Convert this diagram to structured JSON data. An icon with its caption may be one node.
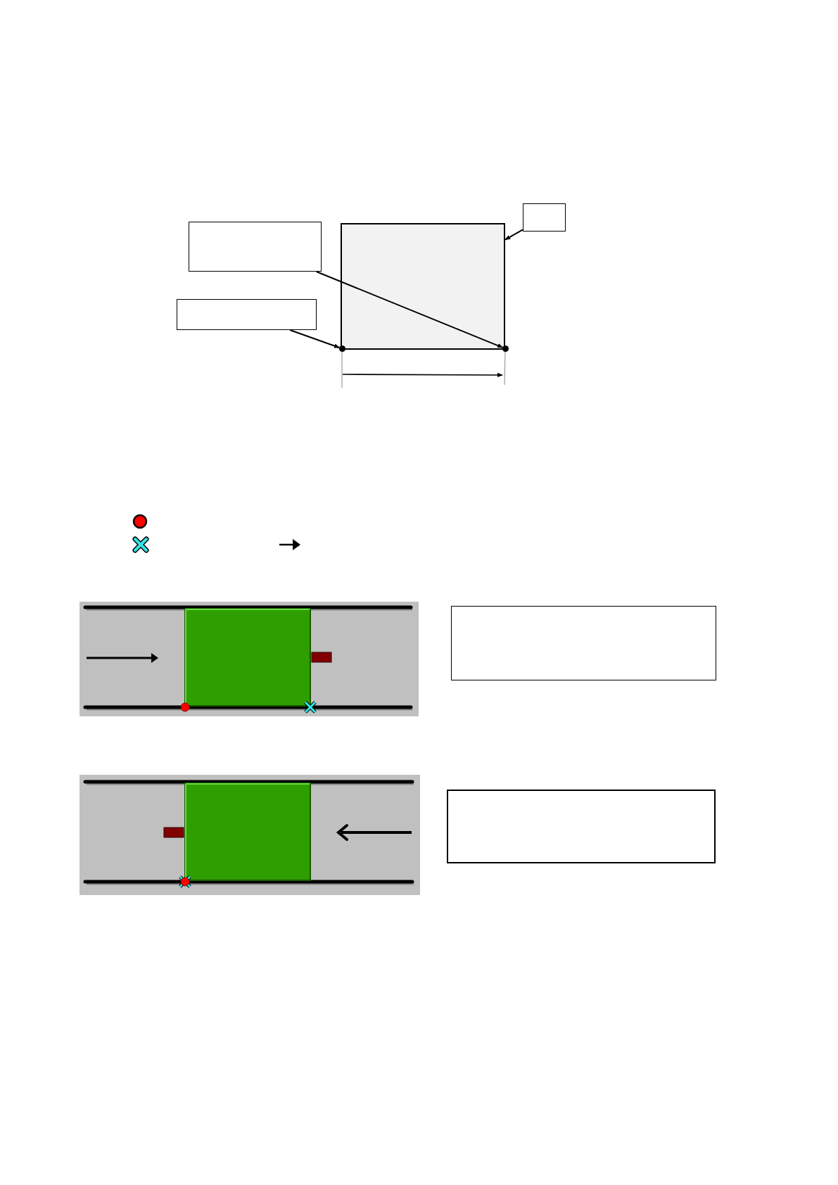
{
  "diagram": {
    "nodes": [
      {
        "text": [],
        "shape": "box"
      },
      {
        "text": [],
        "shape": "box"
      },
      {
        "text": [],
        "shape": "box"
      },
      {
        "text": [],
        "shape": "box"
      },
      {
        "text": [],
        "shape": "circle"
      },
      {
        "text": [],
        "shape": "circle"
      },
      {
        "text": [],
        "shape": "box"
      },
      {
        "text": [],
        "shape": "box"
      }
    ],
    "edges": [
      {
        "from": 1,
        "to": 2,
        "arrow": "to"
      },
      {
        "from": 0,
        "to": 5,
        "arrow": "to"
      },
      {
        "from": 3,
        "to": 4,
        "arrow": "to"
      }
    ]
  }
}
